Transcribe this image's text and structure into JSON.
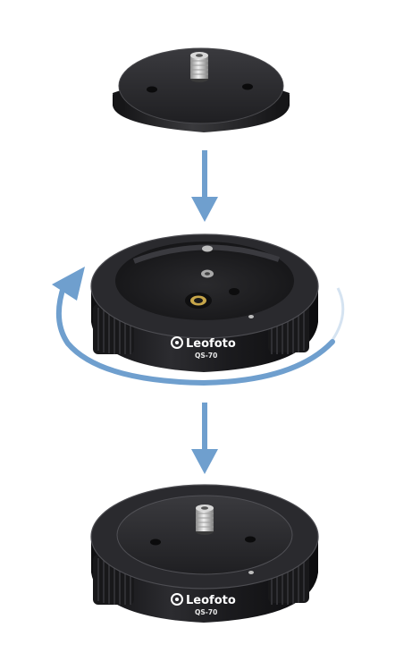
{
  "product": {
    "brand": "Leofoto",
    "model_middle": "QS-70",
    "model_bottom": "QS-70"
  },
  "colors": {
    "arrow": "#6f9fce",
    "metal_dark": "#1c1c1e",
    "metal_top": "#2b2b2e",
    "screw": "#c9c9c9",
    "background": "#ffffff"
  },
  "icons": {
    "down_arrow_1": "down-arrow-icon",
    "rotate_arrow": "rotate-arrow-icon",
    "down_arrow_2": "down-arrow-icon",
    "logo": "leofoto-logo-icon"
  }
}
